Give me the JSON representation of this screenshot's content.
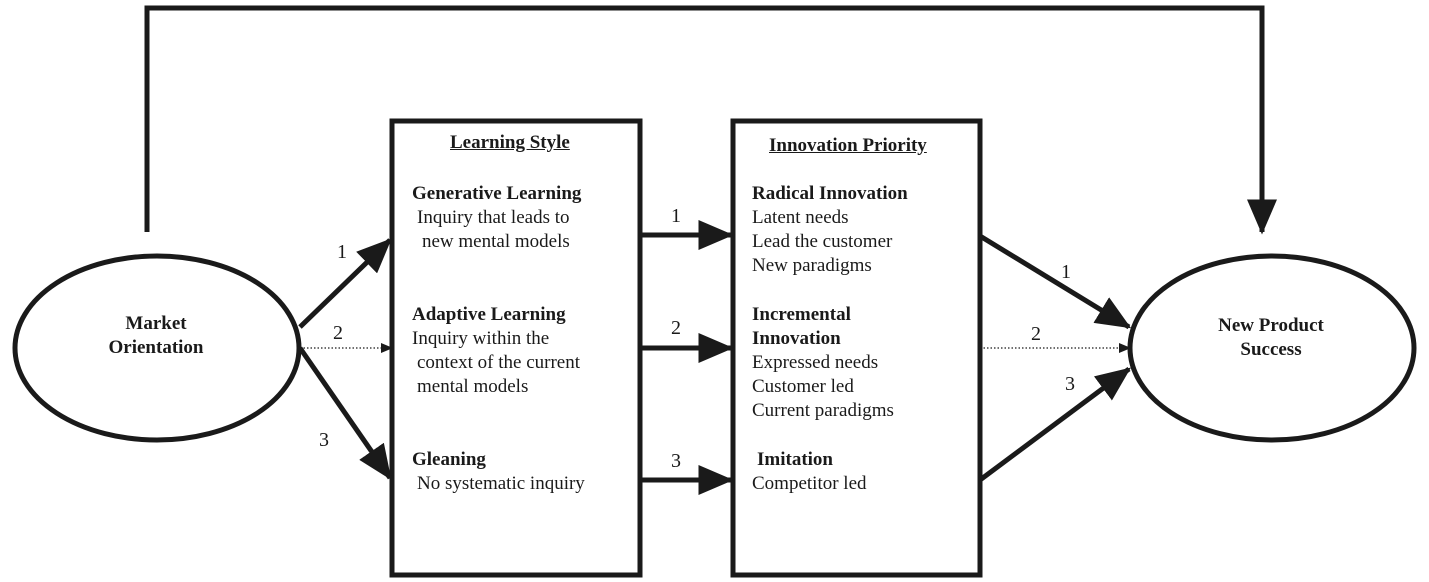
{
  "market_orientation": {
    "line1": "Market",
    "line2": "Orientation"
  },
  "new_product_success": {
    "line1": "New Product",
    "line2": "Success"
  },
  "learning_style": {
    "heading": "Learning Style",
    "generative": {
      "title": "Generative Learning",
      "line1": "Inquiry that leads to",
      "line2": "new mental models"
    },
    "adaptive": {
      "title": "Adaptive Learning",
      "line1": "Inquiry within the",
      "line2": "context of the current",
      "line3": "mental models"
    },
    "gleaning": {
      "title": "Gleaning",
      "line1": "No systematic inquiry"
    }
  },
  "innovation_priority": {
    "heading": "Innovation Priority",
    "radical": {
      "title": "Radical Innovation",
      "line1": "Latent needs",
      "line2": "Lead the customer",
      "line3": "New paradigms"
    },
    "incremental": {
      "title_line1": "Incremental",
      "title_line2": "Innovation",
      "line1": "Expressed needs",
      "line2": "Customer led",
      "line3": "Current paradigms"
    },
    "imitation": {
      "title": "Imitation",
      "line1": "Competitor led"
    }
  },
  "path_numbers": {
    "left_1": "1",
    "left_2": "2",
    "left_3": "3",
    "mid_1": "1",
    "mid_2": "2",
    "mid_3": "3",
    "right_1": "1",
    "right_2": "2",
    "right_3": "3"
  }
}
